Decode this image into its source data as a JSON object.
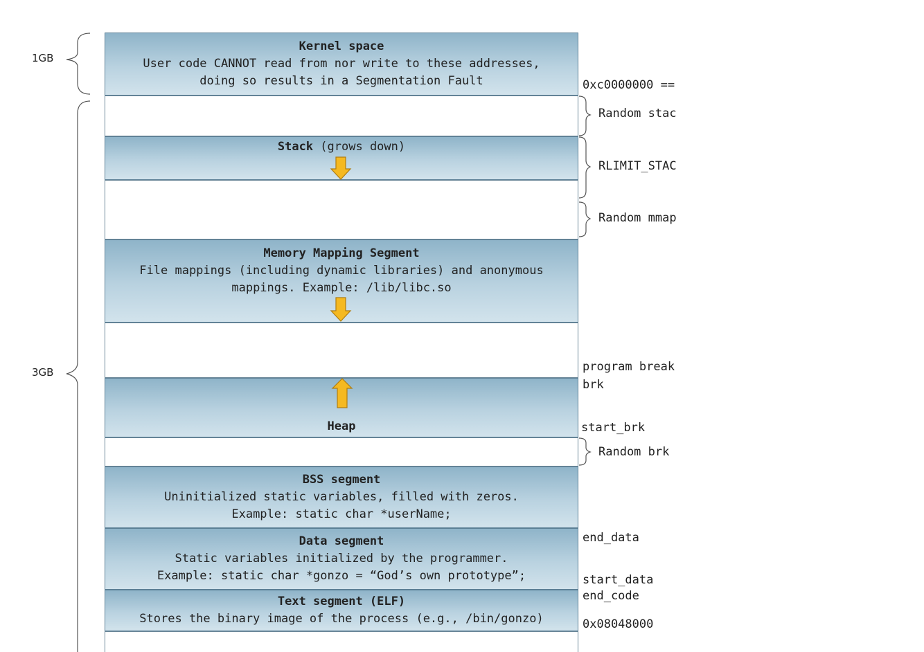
{
  "kernel": {
    "title": "Kernel space",
    "line1": "User code CANNOT read from nor write to these addresses,",
    "line2": "doing so results in a Segmentation Fault"
  },
  "stack": {
    "title": "Stack",
    "suffix": "(grows down)"
  },
  "mmap": {
    "title": "Memory Mapping Segment",
    "line1": "File mappings (including dynamic libraries) and anonymous",
    "line2": "mappings. Example: /lib/libc.so"
  },
  "heap": {
    "title": "Heap"
  },
  "bss": {
    "title": "BSS segment",
    "line1": "Uninitialized static variables, filled with zeros.",
    "line2": "Example: static char *userName;"
  },
  "data": {
    "title": "Data segment",
    "line1": "Static variables initialized by the programmer.",
    "line2": "Example: static char *gonzo = “God’s own prototype”;"
  },
  "text": {
    "title": "Text segment (ELF)",
    "line1": "Stores the binary image of the process (e.g., /bin/gonzo)"
  },
  "left_labels": {
    "kernel_size": "1GB",
    "user_size": "3GB"
  },
  "right_labels": {
    "kernel_boundary": "0xc0000000 ==",
    "random_stack": "Random stac",
    "rlimit_stack": "RLIMIT_STAC",
    "random_mmap": "Random mmap",
    "program_break": "program break",
    "brk": "brk",
    "start_brk": "start_brk",
    "random_brk": "Random brk",
    "end_data": "end_data",
    "start_data": "start_data",
    "end_code": "end_code",
    "text_start": "0x08048000"
  },
  "colors": {
    "segment_fill": "#a8c6d8",
    "segment_border": "#5b7f95",
    "arrow_fill": "#f5b921",
    "arrow_border": "#b07d10"
  }
}
